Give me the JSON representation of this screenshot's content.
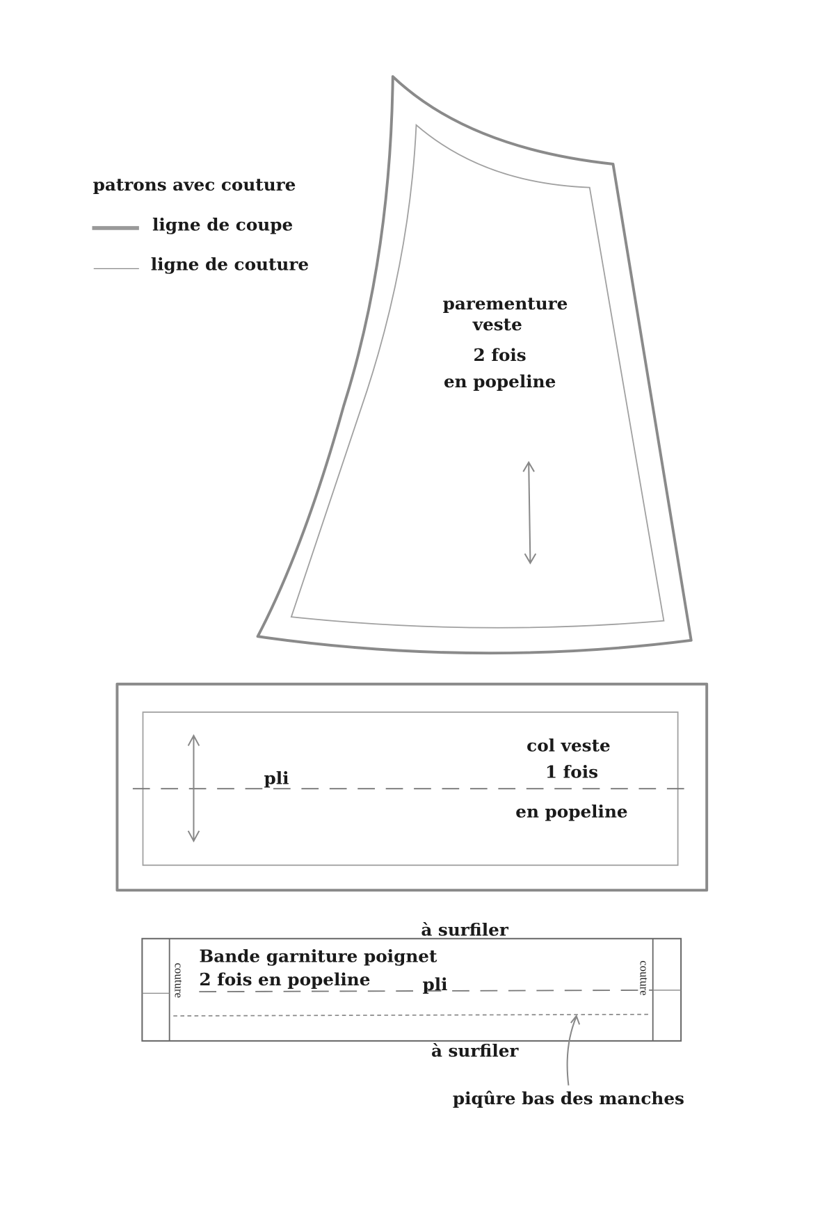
{
  "legend": {
    "title": "patrons avec couture",
    "cut_line": "ligne de coupe",
    "seam_line": "ligne de couture"
  },
  "facing": {
    "line1": "parementure",
    "line2": "veste",
    "line3": "2 fois",
    "line4": "en popeline"
  },
  "collar": {
    "fold": "pli",
    "line1": "col veste",
    "line2": "1 fois",
    "line3": "en popeline"
  },
  "band": {
    "top_note": "à surfiler",
    "line1": "Bande garniture poignet",
    "line2": "2 fois en popeline",
    "fold": "pli",
    "seam_left": "couture",
    "seam_right": "couture",
    "bottom_note": "à surfiler",
    "stitch_note": "piqûre bas des manches"
  },
  "colors": {
    "pencil": "#8a8a8a",
    "text": "#1a1a1a"
  }
}
